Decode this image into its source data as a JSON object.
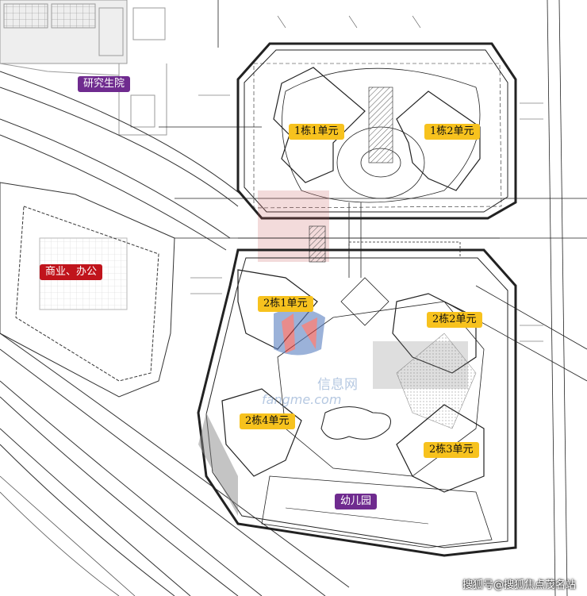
{
  "labels": {
    "research": "研究生院",
    "commercial": "商业、办公",
    "b1u1": "1栋1单元",
    "b1u2": "1栋2单元",
    "b2u1": "2栋1单元",
    "b2u2": "2栋2单元",
    "b2u3": "2栋3单元",
    "b2u4": "2栋4单元",
    "kindergarten": "幼儿园"
  },
  "watermark": {
    "cn": "信息网",
    "url": "fangme.com"
  },
  "footer": "搜狐号@搜狐焦点茂名站",
  "colors": {
    "label_yellow": "#f7c21e",
    "label_purple": "#6f2b8f",
    "label_red": "#c0141c",
    "line": "#2b2b2b"
  }
}
